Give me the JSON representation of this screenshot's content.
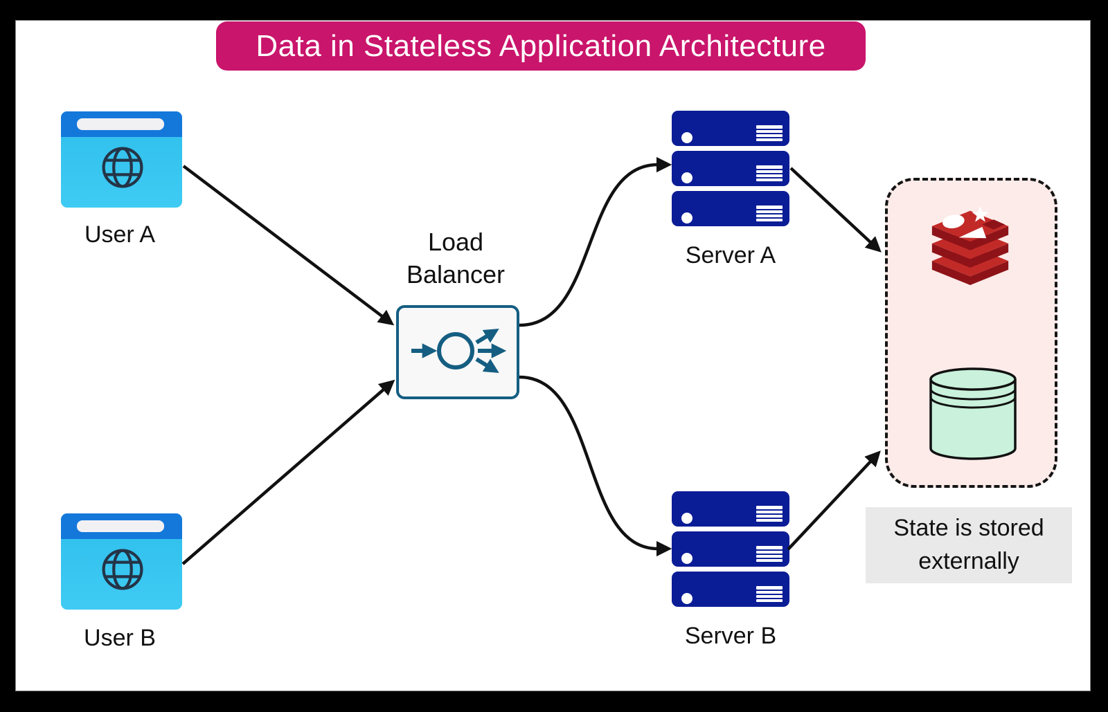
{
  "title": {
    "text": "Data in Stateless Application Architecture"
  },
  "nodes": {
    "user_a": {
      "label": "User A",
      "icon": "browser-icon"
    },
    "user_b": {
      "label": "User B",
      "icon": "browser-icon"
    },
    "load_balancer": {
      "label_line1": "Load",
      "label_line2": "Balancer",
      "icon": "load-balancer-icon"
    },
    "server_a": {
      "label": "Server A",
      "icon": "server-stack-icon",
      "units": 3
    },
    "server_b": {
      "label": "Server B",
      "icon": "server-stack-icon",
      "units": 3
    },
    "external_state": {
      "note": "State is stored externally",
      "icons": [
        "redis-logo-icon",
        "database-cylinder-icon"
      ]
    }
  },
  "edges": [
    {
      "from": "user_a",
      "to": "load_balancer"
    },
    {
      "from": "user_b",
      "to": "load_balancer"
    },
    {
      "from": "load_balancer",
      "to": "server_a"
    },
    {
      "from": "load_balancer",
      "to": "server_b"
    },
    {
      "from": "server_a",
      "to": "external_state"
    },
    {
      "from": "server_b",
      "to": "external_state"
    }
  ],
  "colors": {
    "title_bg": "#C9156B",
    "title_fg": "#FFFFFF",
    "browser_top_bar": "#1478DB",
    "browser_body": "#39C6F1",
    "server_navy": "#0B1D96",
    "load_balancer_accent": "#155E82",
    "external_box_fill": "#FCEBE9",
    "redis_red_light": "#C22A28",
    "redis_red_dark": "#8E1318",
    "database_mint": "#C9F1DB",
    "note_bg": "#E9E9E9",
    "arrow": "#111111"
  }
}
